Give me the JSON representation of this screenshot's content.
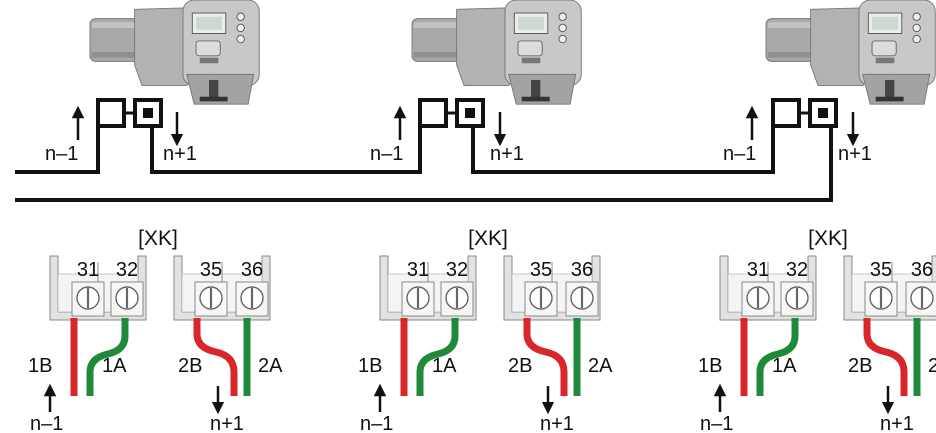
{
  "colors": {
    "line": "#111111",
    "red_wire": "#d8262b",
    "green_wire": "#1f8a3a",
    "terminal_fill": "#e2e2e2",
    "terminal_stroke": "#777777",
    "actuator_body": "#b5b5b5"
  },
  "connection_labels": {
    "incoming": "n–1",
    "outgoing": "n+1"
  },
  "terminal_block": {
    "title": "[XK]",
    "terminals": [
      "31",
      "32",
      "35",
      "36"
    ],
    "wire_labels": {
      "w1B": "1B",
      "w1A": "1A",
      "w2B": "2B",
      "w2A": "2A"
    }
  },
  "icons": {
    "actuator": "actuator-device-icon",
    "arrow_up": "arrow-up-icon",
    "arrow_down": "arrow-down-icon",
    "screw": "screw-terminal-icon"
  }
}
